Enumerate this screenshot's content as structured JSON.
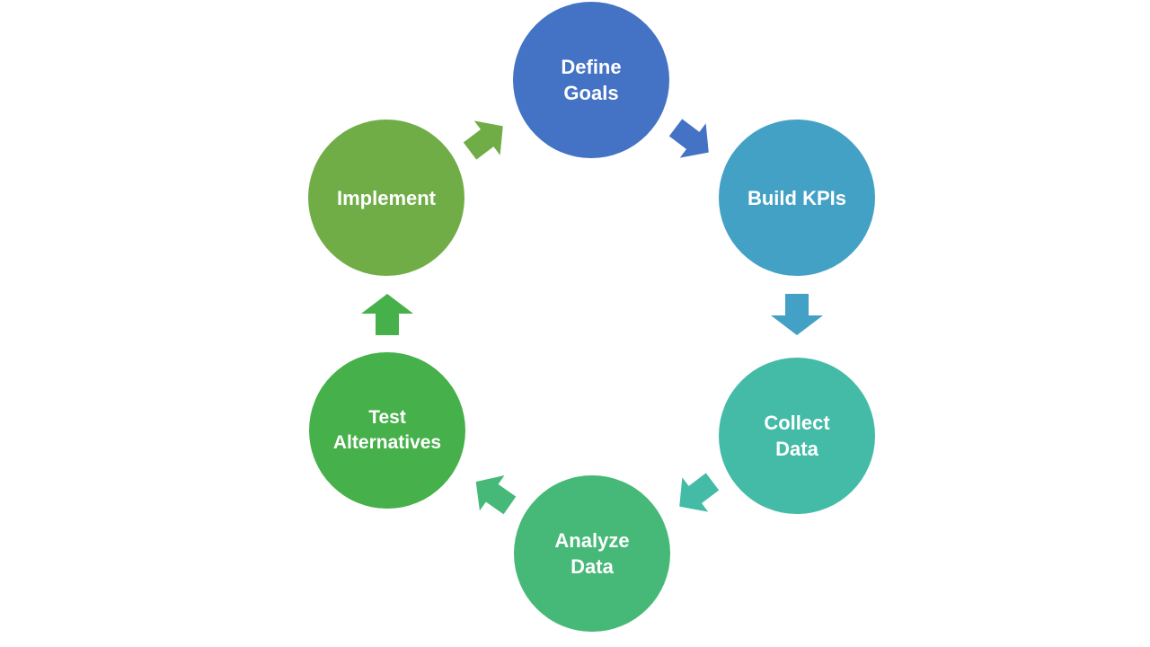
{
  "diagram": {
    "type": "cycle",
    "steps": [
      {
        "label": "Define\nGoals",
        "color": "#4472C4"
      },
      {
        "label": "Build KPIs",
        "color": "#43A1C5"
      },
      {
        "label": "Collect\nData",
        "color": "#43BBA6"
      },
      {
        "label": "Analyze\nData",
        "color": "#46B878"
      },
      {
        "label": "Test\nAlternatives",
        "color": "#46B04A"
      },
      {
        "label": "Implement",
        "color": "#70AD47"
      }
    ],
    "arrows": [
      {
        "from": "Define Goals",
        "to": "Build KPIs",
        "color": "#4472C4"
      },
      {
        "from": "Build KPIs",
        "to": "Collect Data",
        "color": "#43A1C5"
      },
      {
        "from": "Collect Data",
        "to": "Analyze Data",
        "color": "#43BBA6"
      },
      {
        "from": "Analyze Data",
        "to": "Test Alternatives",
        "color": "#46B878"
      },
      {
        "from": "Test Alternatives",
        "to": "Implement",
        "color": "#46B04A"
      },
      {
        "from": "Implement",
        "to": "Define Goals",
        "color": "#70AD47"
      }
    ]
  }
}
